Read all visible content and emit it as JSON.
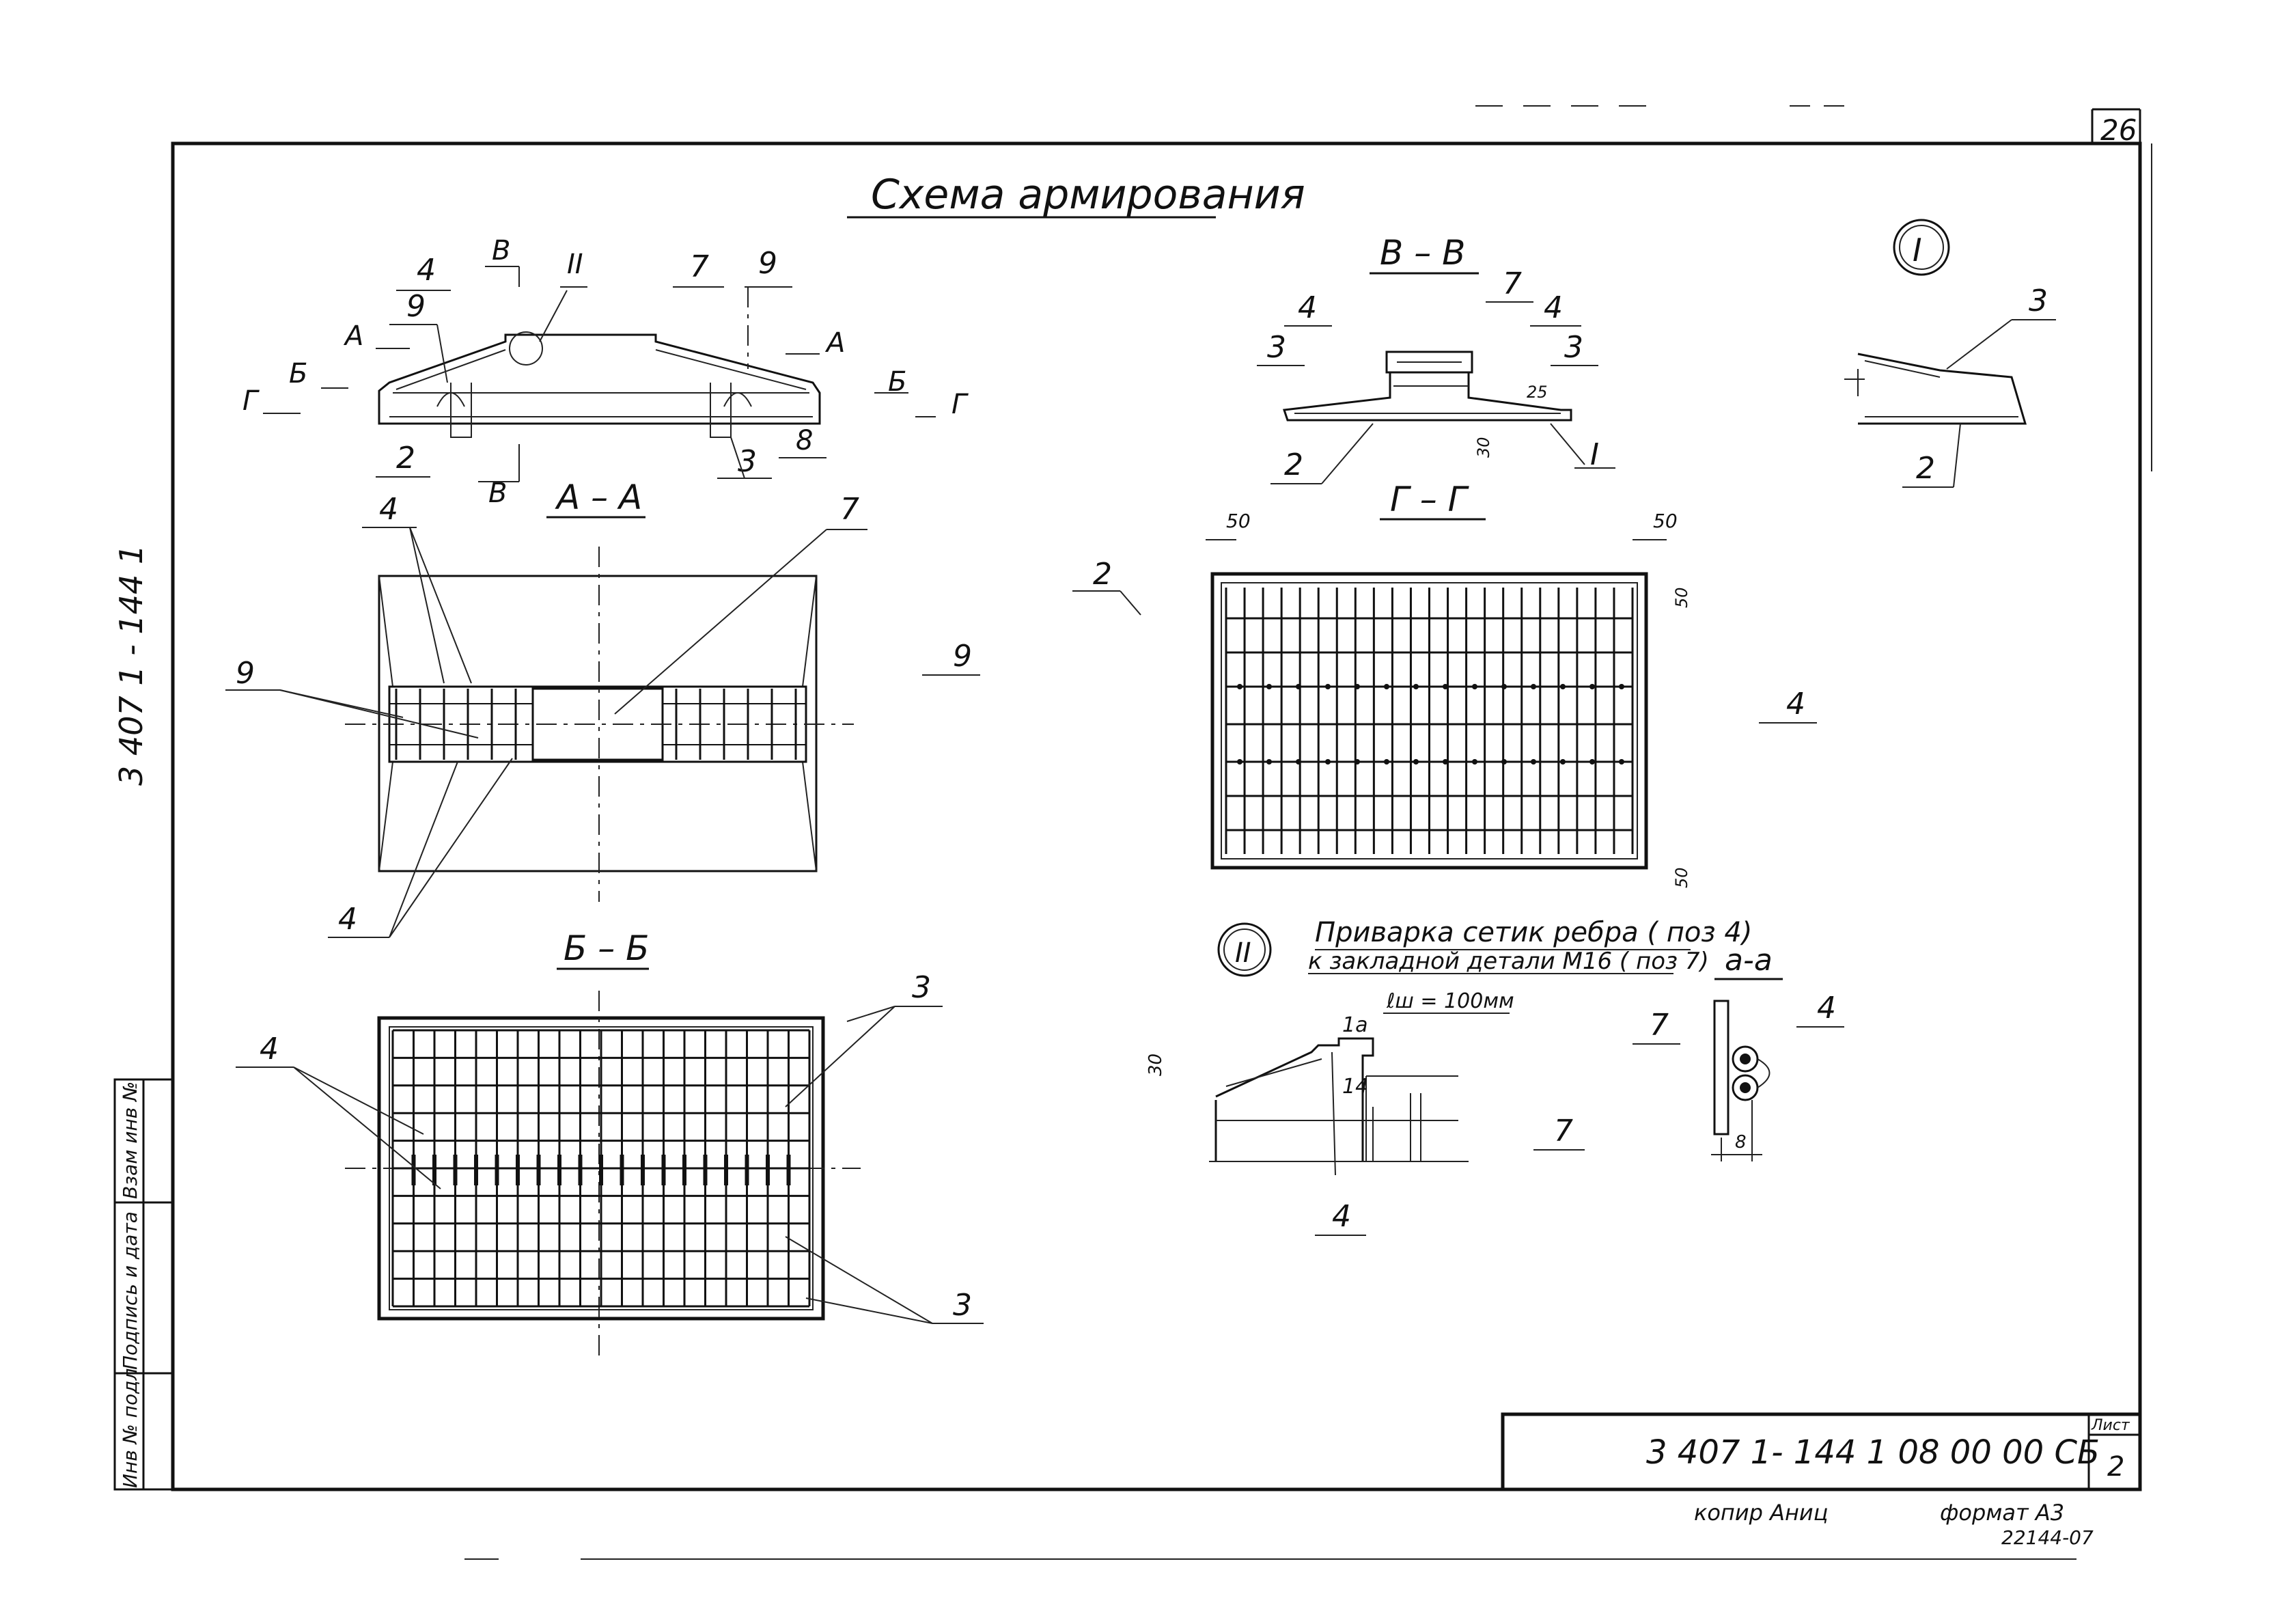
{
  "sheet_number": "26",
  "title": "Схема армирования",
  "side_code": "3 407 1 - 144 1",
  "stamp": {
    "code": "3 407 1- 144 1 08 00 00 СБ",
    "sheet_label": "Лист",
    "sheet_value": "2"
  },
  "margin_fields": [
    "Инв № подл",
    "Подпись и дата",
    "Взам инв №"
  ],
  "footer": {
    "copied": "копир Аниц",
    "format": "формат А3",
    "num": "22144-07"
  },
  "sections": {
    "aa": "А – А",
    "bb": "Б – Б",
    "vv": "В – В",
    "gg": "Г – Г",
    "small_aa": "а-а"
  },
  "detail_ii": {
    "label": "II",
    "line1": "Приварка сетик ребра ( поз 4)",
    "line2": "к закладной детали М16 ( поз 7)",
    "weld": "ℓш = 100мм"
  },
  "detail_i": {
    "label": "I"
  },
  "marks": {
    "m2": "2",
    "m3": "3",
    "m4": "4",
    "m7": "7",
    "m8": "8",
    "m9": "9",
    "cutA": "А",
    "cutB": "Б",
    "cutV": "В",
    "cutG": "Г",
    "dimIa": "1а",
    "dim14": "14",
    "dim50": "50",
    "dim30": "30",
    "dim25": "25",
    "dim8": "8",
    "II": "II",
    "I": "I"
  }
}
